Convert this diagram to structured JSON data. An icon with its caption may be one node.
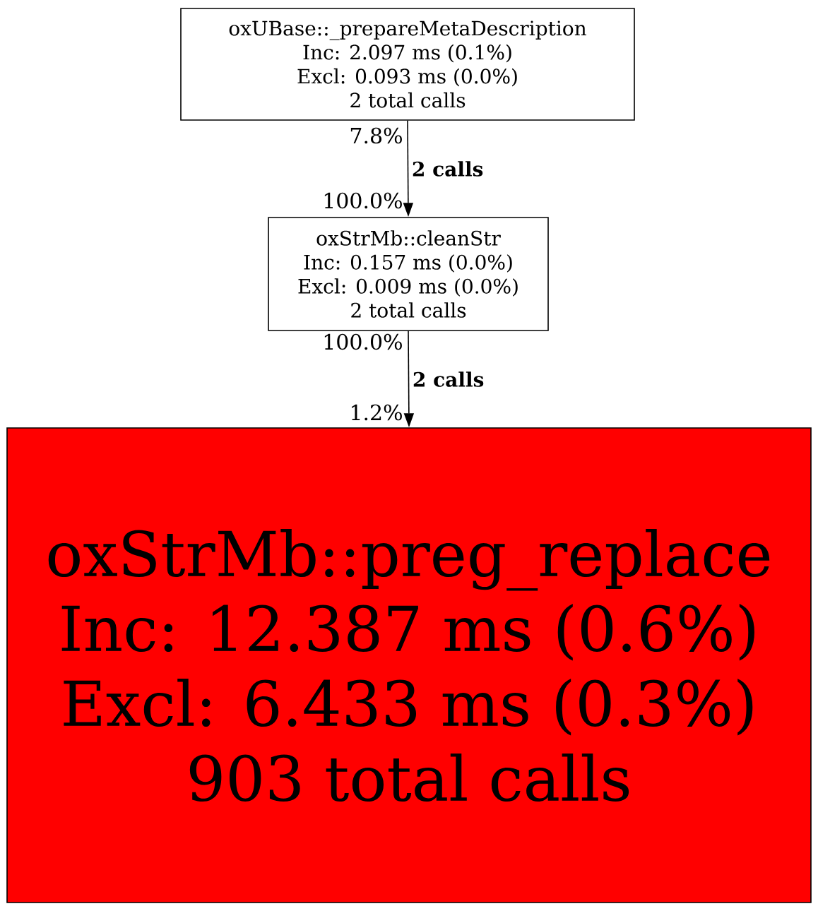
{
  "diagram": {
    "nodes": [
      {
        "text": [
          "oxUBase::_prepareMetaDescription",
          "Inc: 2.097 ms (0.1%)",
          "Excl: 0.093 ms (0.0%)",
          "2 total calls"
        ]
      },
      {
        "text": [
          "oxStrMb::cleanStr",
          "Inc: 0.157 ms (0.0%)",
          "Excl: 0.009 ms (0.0%)",
          "2 total calls"
        ]
      },
      {
        "text": [
          "oxStrMb::preg_replace",
          "Inc: 12.387 ms (0.6%)",
          "Excl: 6.433 ms (0.3%)",
          "903 total calls"
        ]
      }
    ],
    "edges": [
      {
        "from": 0,
        "to": 1,
        "arrow": "to",
        "label": "2 calls"
      },
      {
        "from": 1,
        "to": 2,
        "arrow": "to",
        "label": "2 calls"
      }
    ],
    "labels": [
      "7.8%",
      "100.0%",
      "100.0%",
      "1.2%"
    ]
  }
}
